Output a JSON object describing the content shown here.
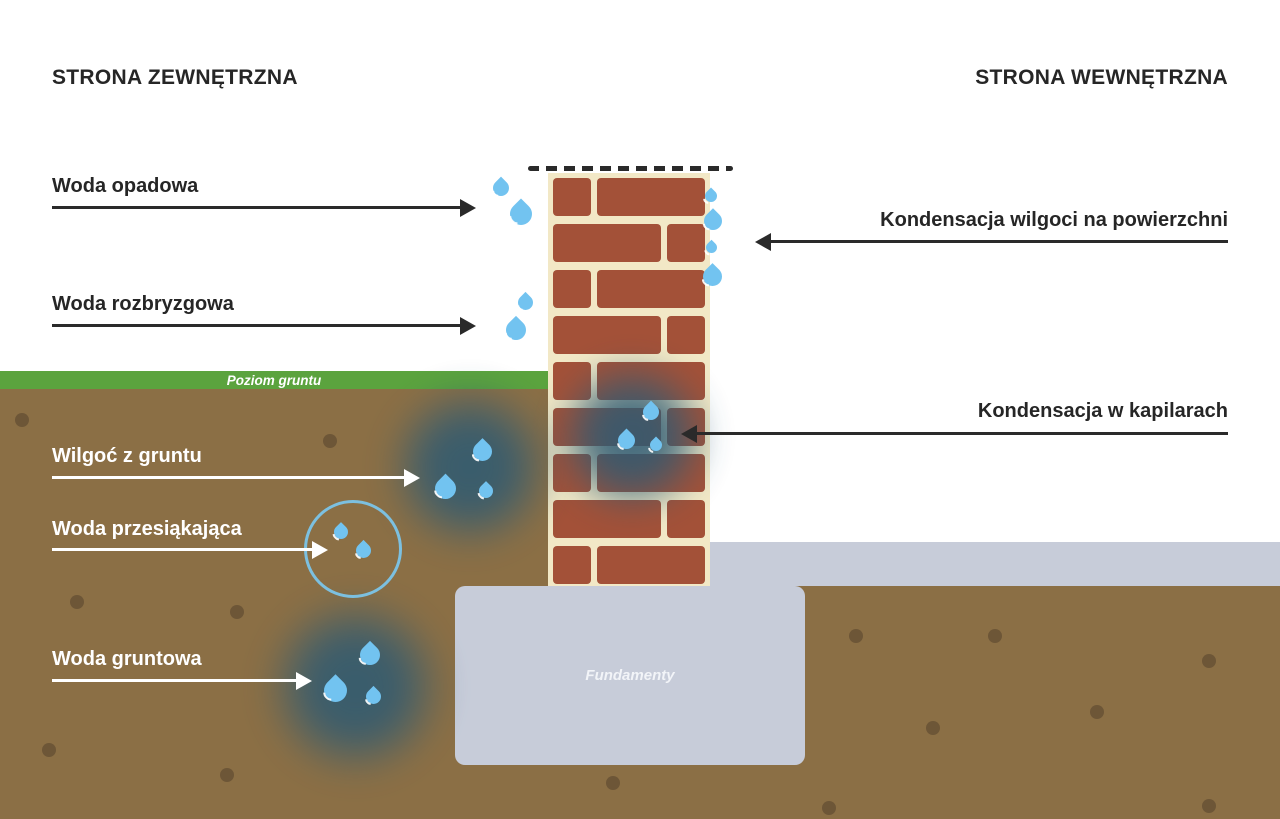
{
  "diagram": {
    "title_left": "STRONA ZEWNĘTRZNA",
    "title_right": "STRONA WEWNĘTRZNA",
    "ground_level_label": "Poziom gruntu",
    "foundation_label": "Fundamenty",
    "callouts_left": [
      {
        "label": "Woda opadowa"
      },
      {
        "label": "Woda rozbryzgowa"
      },
      {
        "label": "Wilgoć z gruntu"
      },
      {
        "label": "Woda przesiąkająca"
      },
      {
        "label": "Woda gruntowa"
      }
    ],
    "callouts_right": [
      {
        "label": "Kondensacja wilgoci na powierzchni"
      },
      {
        "label": "Kondensacja w kapilarach"
      }
    ]
  },
  "icons": {
    "water_drop": "💧"
  },
  "colors": {
    "mortar": "#f2e8c6",
    "brick": "#a35138",
    "grass": "#5ba33e",
    "soil": "#8b6f45",
    "soil_dot": "#6d5637",
    "concrete": "#c7ccd9",
    "drop": "#72c3f0",
    "glow": "#2d5a73",
    "circle_stroke": "#7cc0e0",
    "arrow_dark": "#2a2a2a",
    "text_dark": "#262626",
    "text_light": "#ffffff"
  }
}
